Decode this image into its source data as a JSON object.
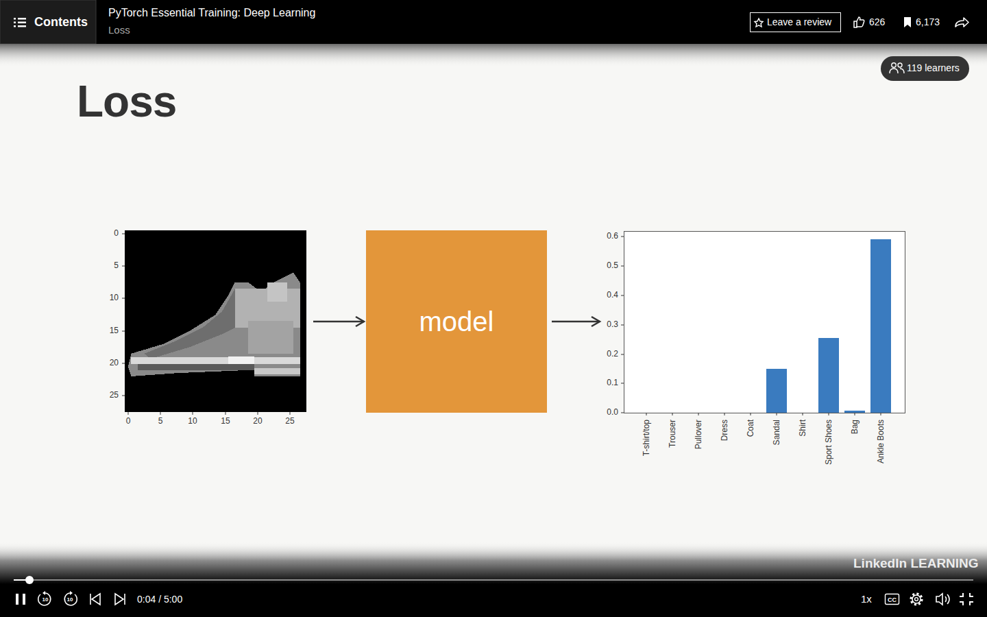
{
  "diagram": {
    "title": "Loss",
    "nodes": [
      {
        "text": [
          "0",
          "5",
          "10",
          "15",
          "20",
          "25",
          "0",
          "5",
          "10",
          "15",
          "20",
          "25"
        ]
      },
      {
        "text": [
          "model"
        ]
      },
      {
        "text": [
          "0.6",
          "0.5",
          "0.4",
          "0.3",
          "0.2",
          "0.1",
          "0.0",
          "T-shirt/top",
          "Trouser",
          "Pullover",
          "Dress",
          "Coat",
          "Sandal",
          "Shirt",
          "Sport Shoes",
          "Bag",
          "Ankle Boots"
        ]
      }
    ],
    "edges": [
      {
        "from": 0,
        "to": 1,
        "arrow": "to"
      },
      {
        "from": 1,
        "to": 2,
        "arrow": "to"
      }
    ],
    "labels": [
      "Contents",
      "PyTorch Essential Training: Deep Learning",
      "Loss",
      "Leave a review",
      "626",
      "6,173",
      "119 learners",
      "10",
      "10",
      "0:04 / 5:00",
      "1x",
      "CC",
      "LinkedIn LEARNING"
    ]
  }
}
